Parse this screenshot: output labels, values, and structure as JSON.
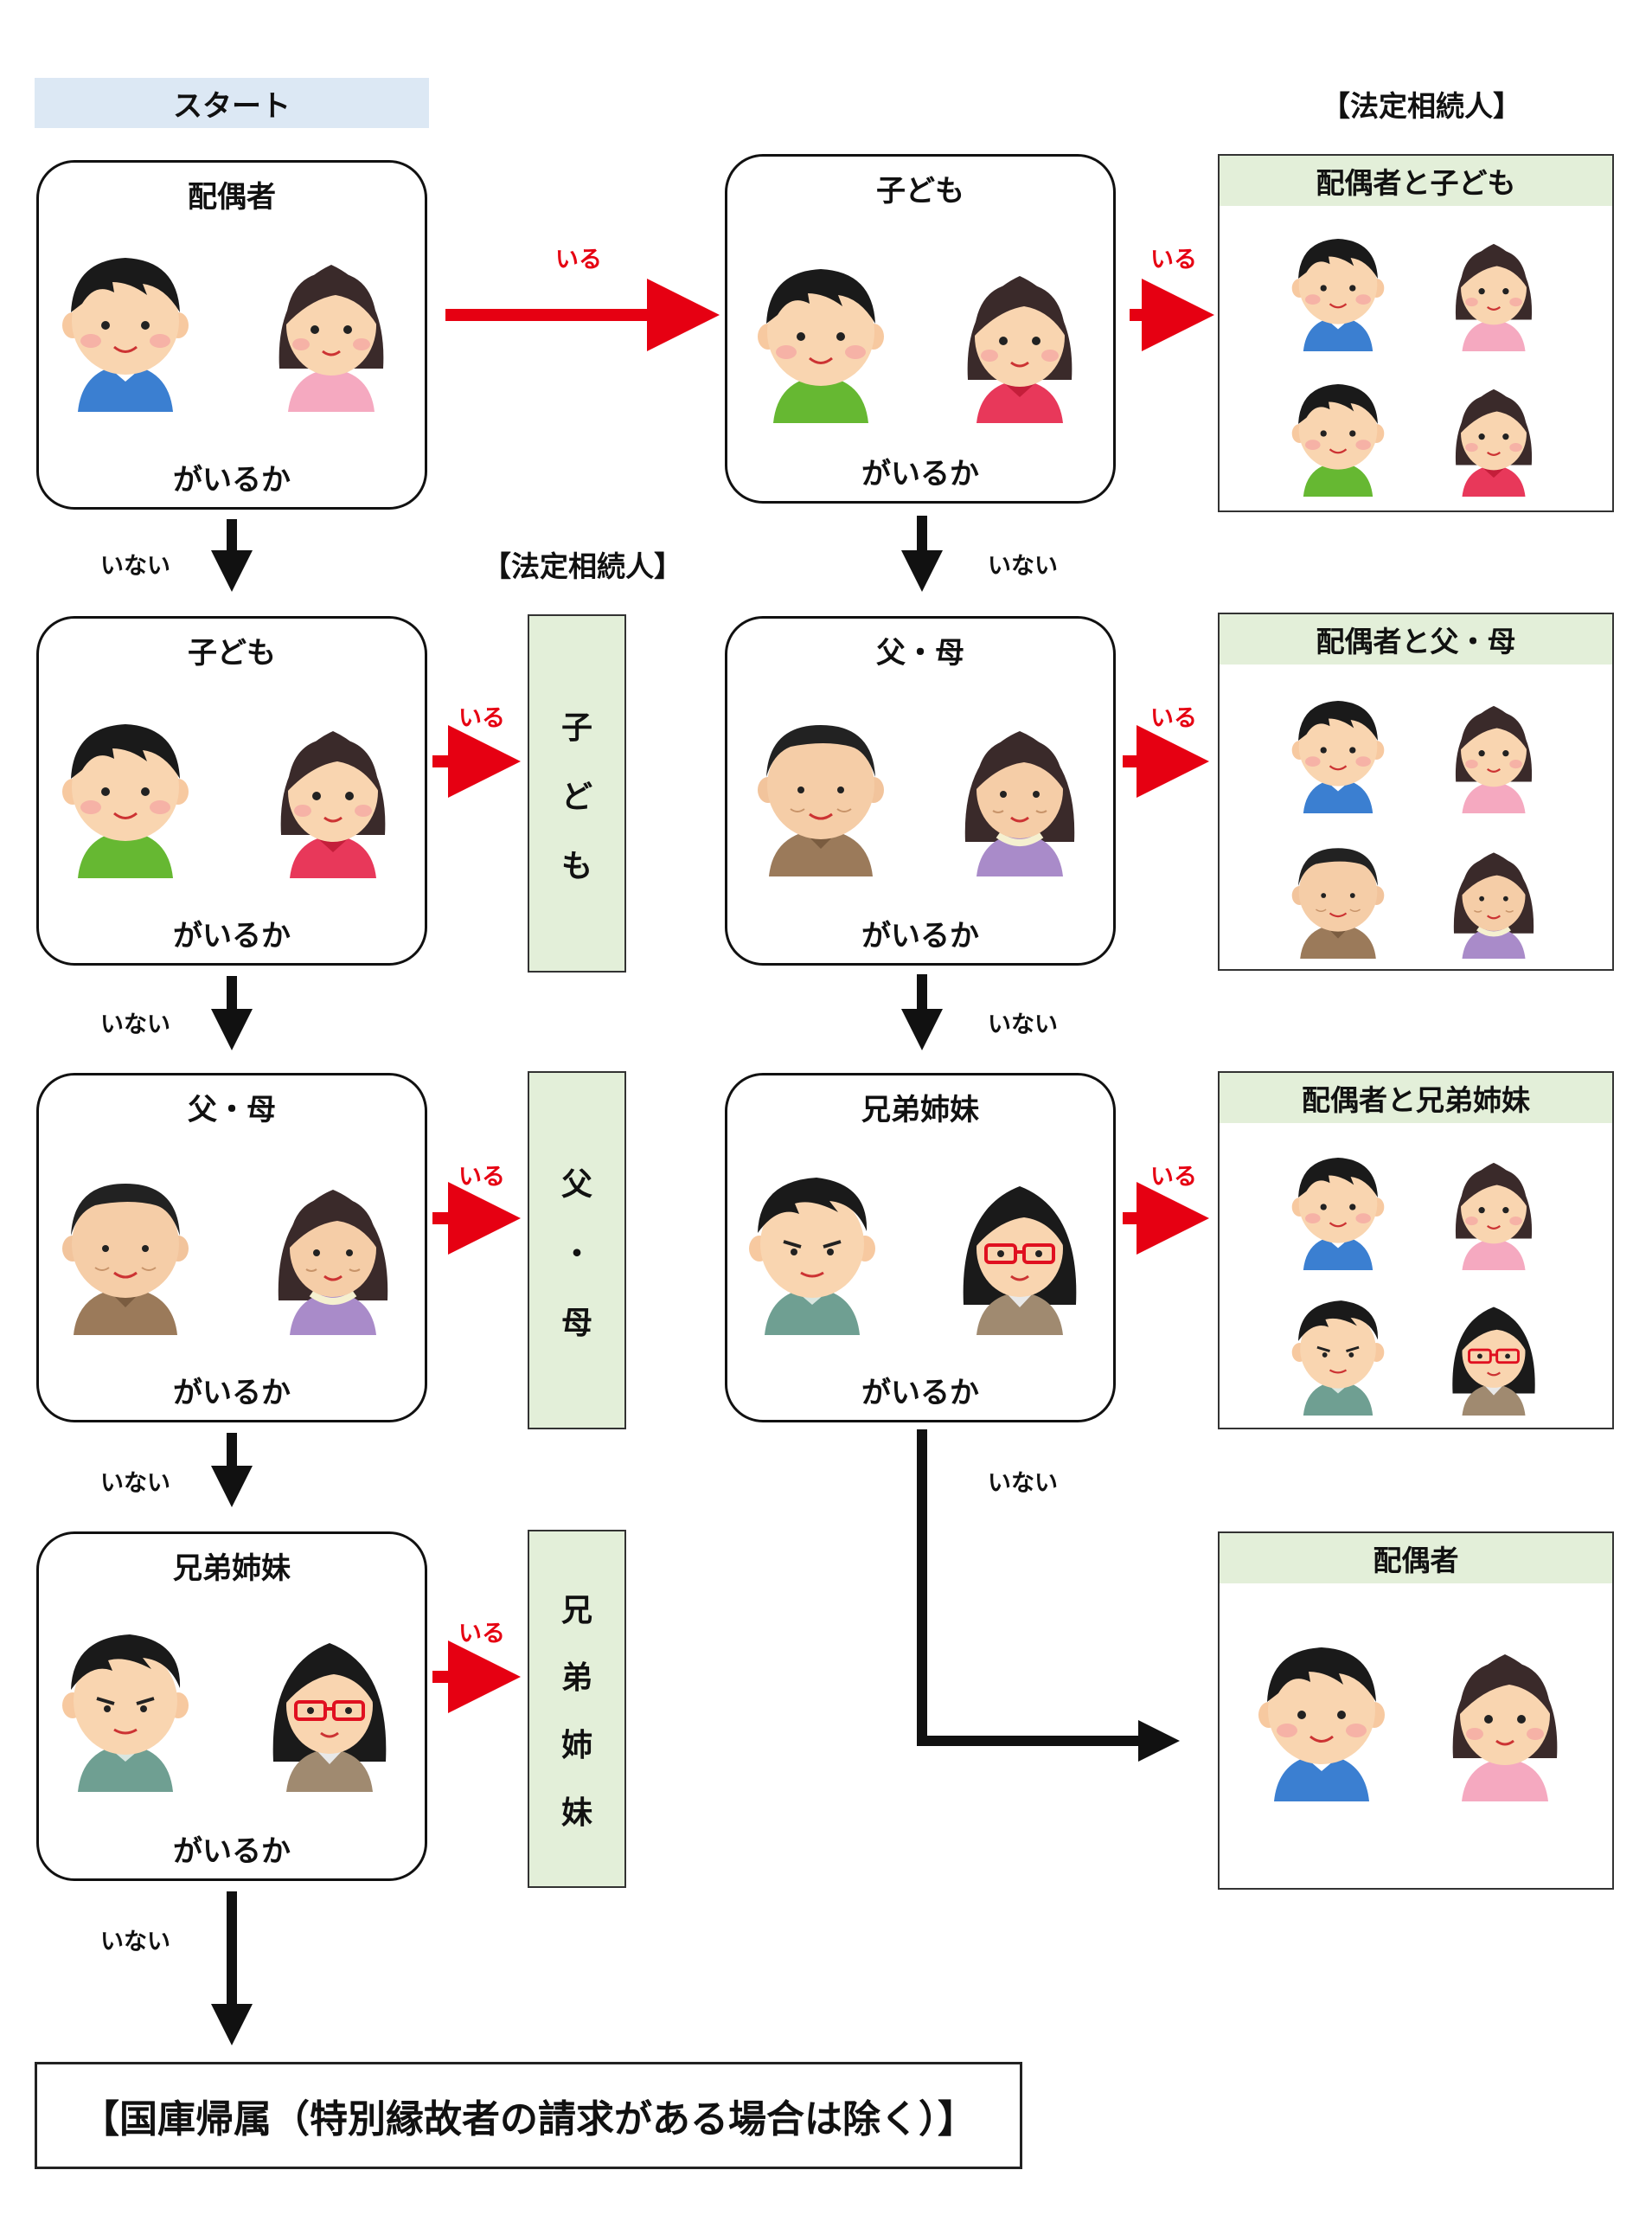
{
  "start_label": "スタート",
  "heir_header": "【法定相続人】",
  "q_suffix": "がいるか",
  "label_yes": "いる",
  "label_no": "いない",
  "left_column": [
    {
      "title": "配偶者"
    },
    {
      "title": "子ども"
    },
    {
      "title": "父・母"
    },
    {
      "title": "兄弟姉妹"
    }
  ],
  "right_column": [
    {
      "title": "子ども"
    },
    {
      "title": "父・母"
    },
    {
      "title": "兄弟姉妹"
    }
  ],
  "vertical_results": [
    {
      "chars": [
        "子",
        "ど",
        "も"
      ]
    },
    {
      "chars": [
        "父",
        "・",
        "母"
      ]
    },
    {
      "chars": [
        "兄",
        "弟",
        "姉",
        "妹"
      ]
    }
  ],
  "right_results": [
    {
      "title": "配偶者と子ども"
    },
    {
      "title": "配偶者と父・母"
    },
    {
      "title": "配偶者と兄弟姉妹"
    },
    {
      "title": "配偶者"
    }
  ],
  "final_result": "【国庫帰属（特別縁故者の請求がある場合は除く）】",
  "colors": {
    "arrow_yes": "#e60012",
    "arrow_no": "#111111",
    "result_header_bg": "#e3efd9",
    "start_bg": "#dce8f4"
  }
}
